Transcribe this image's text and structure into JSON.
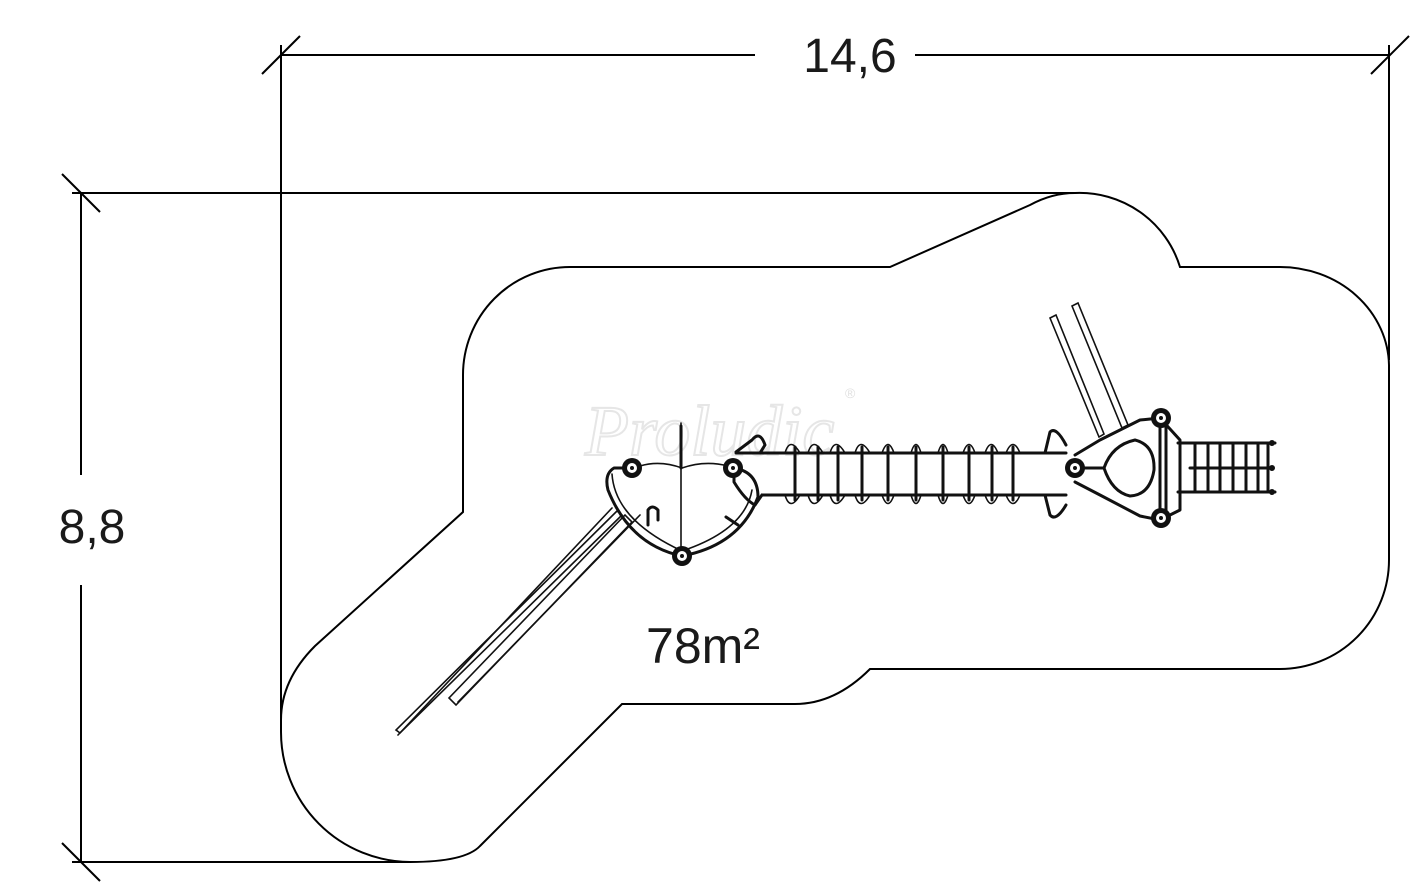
{
  "diagram": {
    "type": "playground-safety-area-plan",
    "dimensions": {
      "width_label": "14,6",
      "height_label": "8,8"
    },
    "area_label": "78m²",
    "watermark": {
      "text": "Proludic",
      "mark": "®"
    },
    "colors": {
      "line": "#000000",
      "text": "#1a1a1a",
      "watermark": "#e6e6e6",
      "background": "#ffffff"
    }
  }
}
